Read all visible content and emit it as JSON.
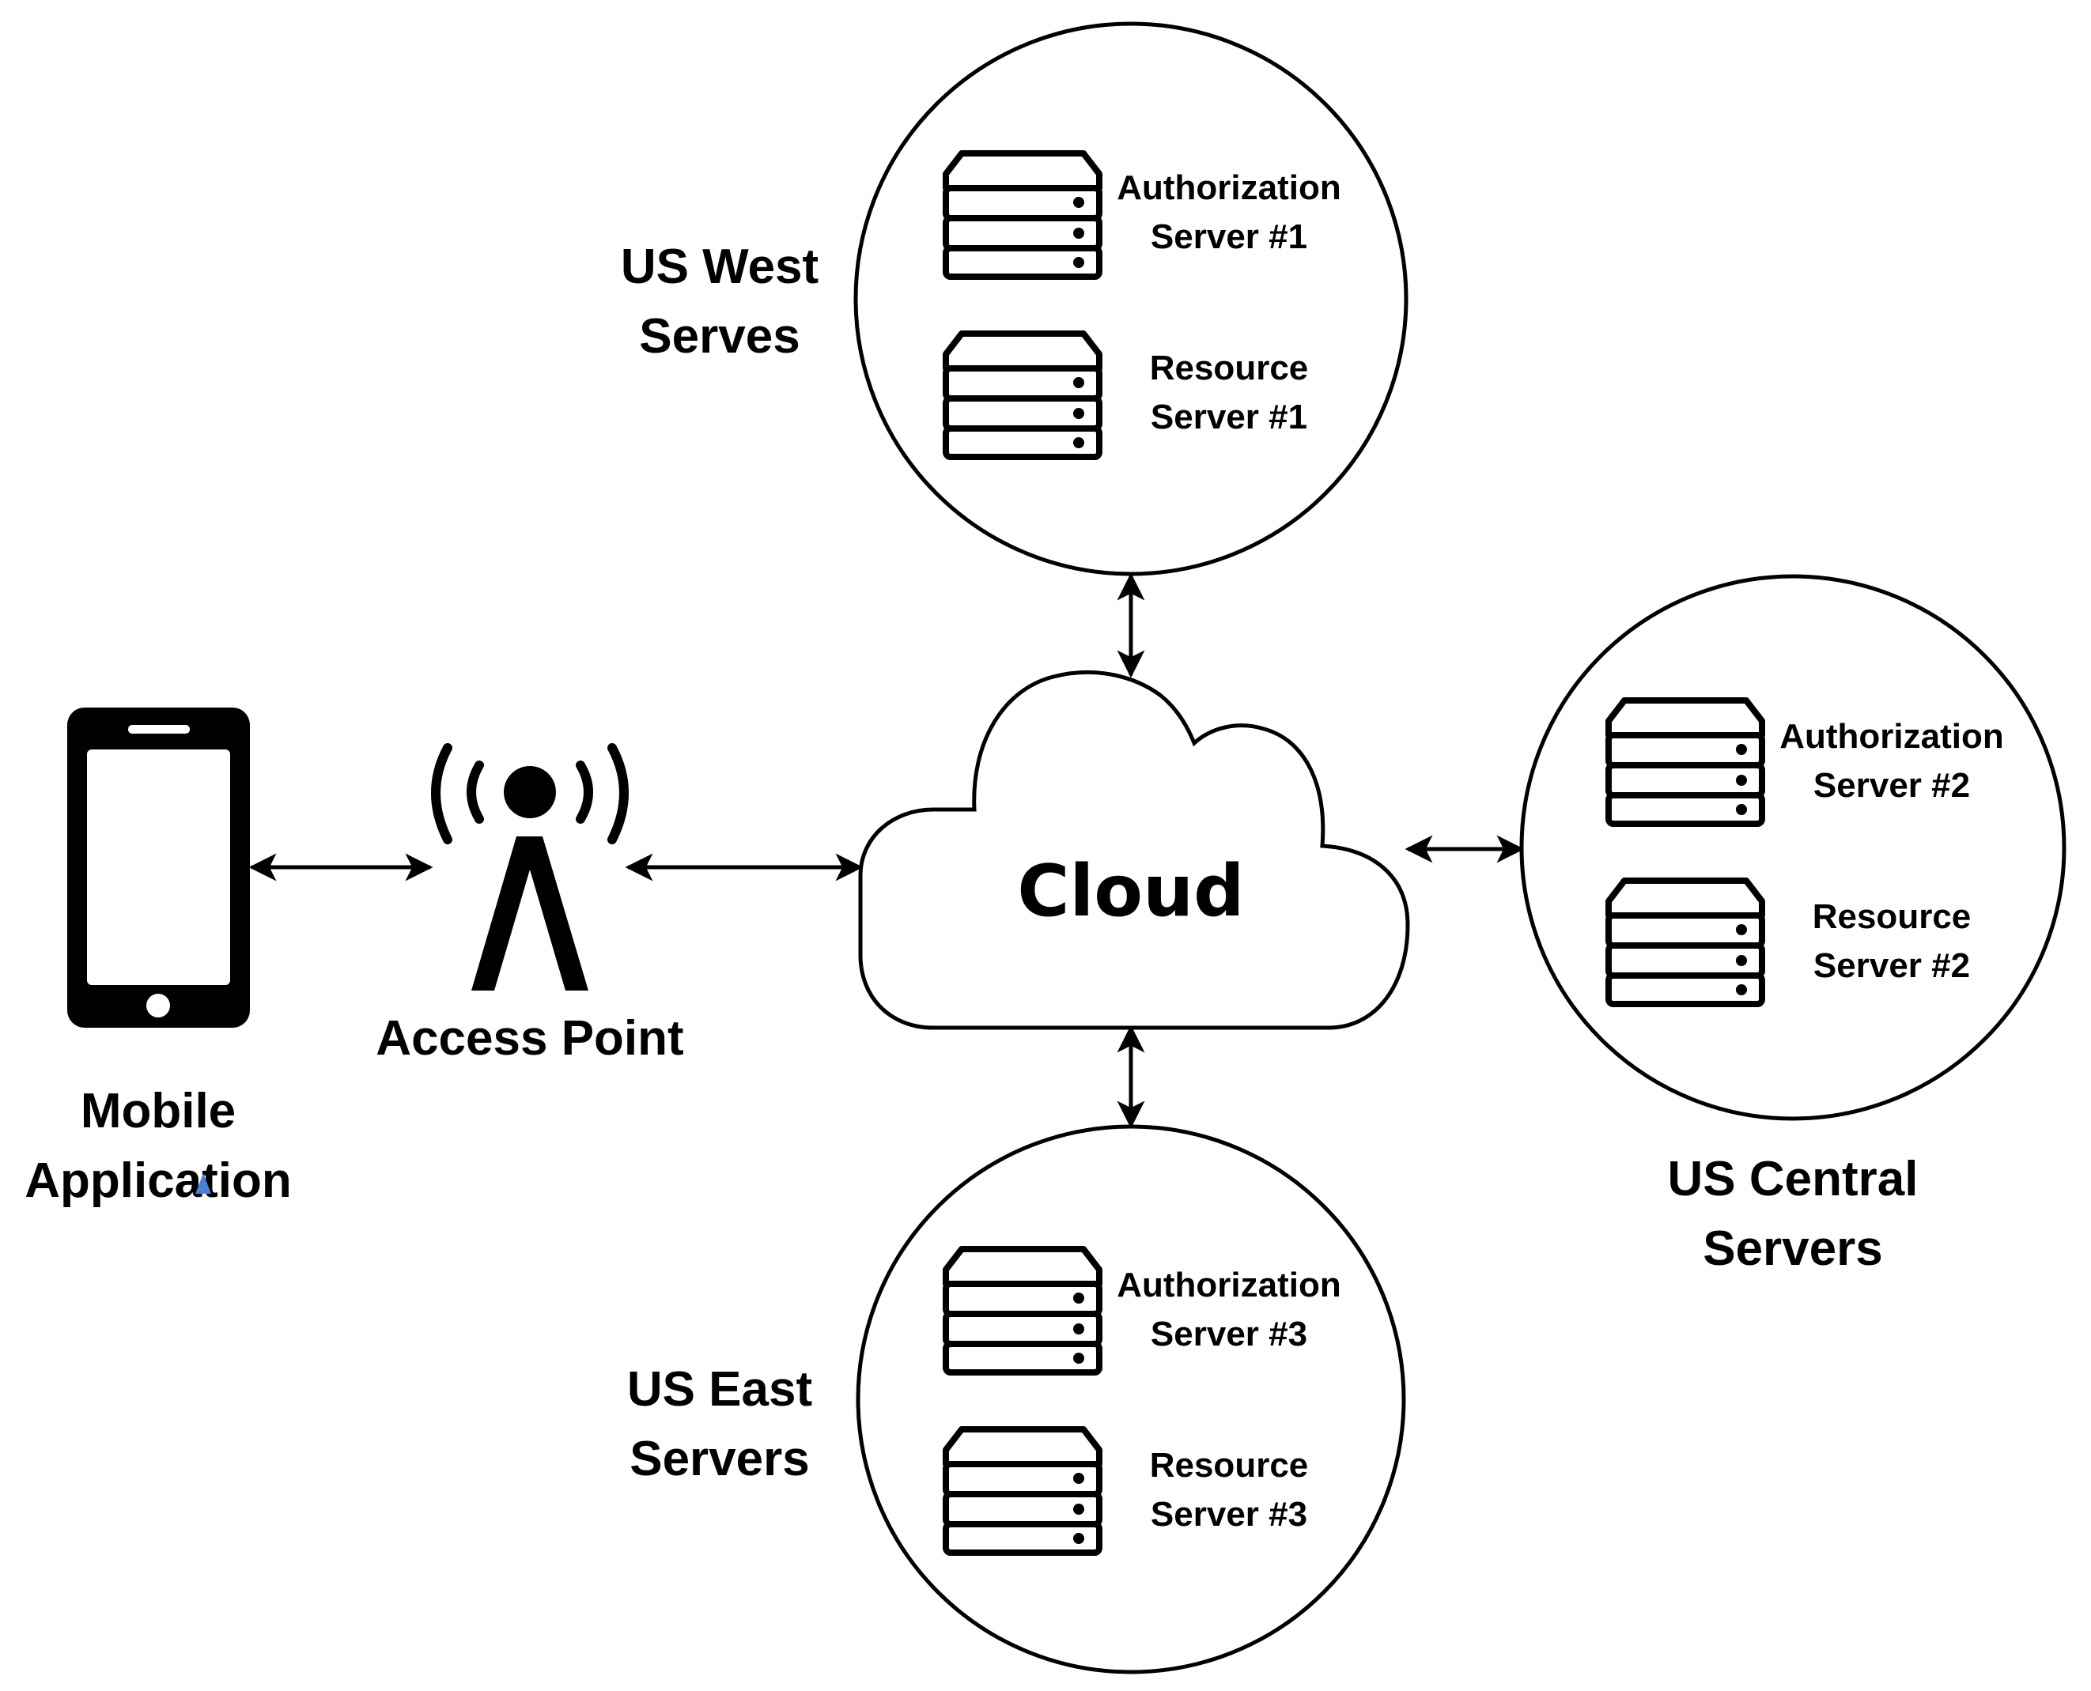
{
  "nodes": {
    "mobile": {
      "label_line1": "Mobile",
      "label_line2": "Application",
      "icon": "smartphone-icon"
    },
    "access_point": {
      "label": "Access Point",
      "icon": "antenna-icon"
    },
    "cloud": {
      "label": "Cloud",
      "icon": "cloud-icon"
    }
  },
  "regions": {
    "west": {
      "label_line1": "US West",
      "label_line2": "Serves",
      "servers": [
        {
          "line1": "Authorization",
          "line2": "Server #1",
          "icon": "server-icon"
        },
        {
          "line1": "Resource",
          "line2": "Server #1",
          "icon": "server-icon"
        }
      ]
    },
    "central": {
      "label_line1": "US Central",
      "label_line2": "Servers",
      "servers": [
        {
          "line1": "Authorization",
          "line2": "Server #2",
          "icon": "server-icon"
        },
        {
          "line1": "Resource",
          "line2": "Server #2",
          "icon": "server-icon"
        }
      ]
    },
    "east": {
      "label_line1": "US East",
      "label_line2": "Servers",
      "servers": [
        {
          "line1": "Authorization",
          "line2": "Server #3",
          "icon": "server-icon"
        },
        {
          "line1": "Resource",
          "line2": "Server #3",
          "icon": "server-icon"
        }
      ]
    }
  },
  "edges": [
    {
      "from": "mobile",
      "to": "access_point",
      "direction": "bidirectional"
    },
    {
      "from": "access_point",
      "to": "cloud",
      "direction": "bidirectional"
    },
    {
      "from": "cloud",
      "to": "west",
      "direction": "bidirectional"
    },
    {
      "from": "cloud",
      "to": "central",
      "direction": "bidirectional"
    },
    {
      "from": "cloud",
      "to": "east",
      "direction": "bidirectional"
    }
  ],
  "colors": {
    "stroke": "#000000",
    "background": "#ffffff",
    "cursor_mark": "#4a7fd6"
  }
}
